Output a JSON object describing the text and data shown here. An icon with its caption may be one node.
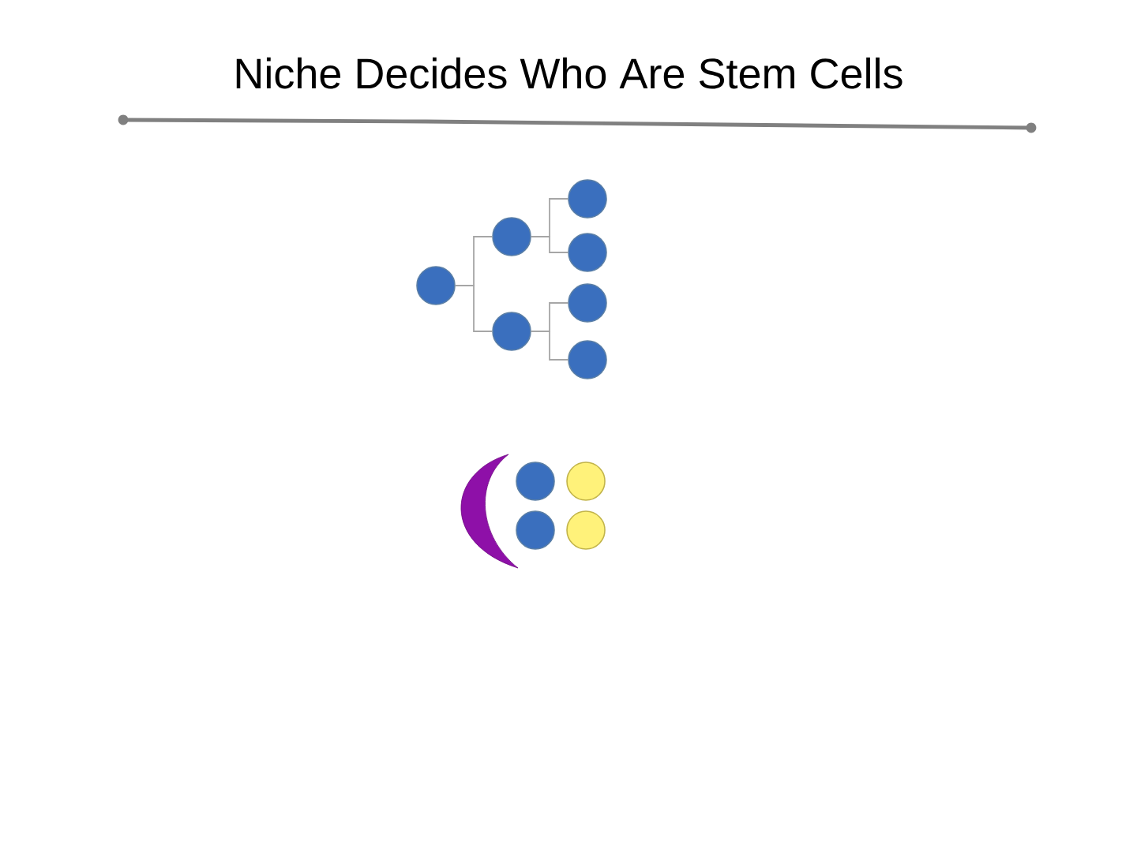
{
  "diagram": {
    "title": "Niche Decides Who Are Stem Cells",
    "nodes": [
      {
        "text": [],
        "shape": "circle"
      },
      {
        "text": [],
        "shape": "circle"
      },
      {
        "text": [],
        "shape": "circle"
      },
      {
        "text": [],
        "shape": "circle"
      },
      {
        "text": [],
        "shape": "circle"
      },
      {
        "text": [],
        "shape": "circle"
      },
      {
        "text": [],
        "shape": "circle"
      },
      {
        "text": [],
        "shape": "circle"
      },
      {
        "text": [],
        "shape": "circle"
      },
      {
        "text": [],
        "shape": "circle"
      },
      {
        "text": [],
        "shape": "circle"
      }
    ],
    "edges": [
      {
        "from": 0,
        "to": 1,
        "arrow": "none"
      },
      {
        "from": 0,
        "to": 2,
        "arrow": "none"
      },
      {
        "from": 1,
        "to": 3,
        "arrow": "none"
      },
      {
        "from": 1,
        "to": 4,
        "arrow": "none"
      },
      {
        "from": 2,
        "to": 5,
        "arrow": "none"
      },
      {
        "from": 2,
        "to": 6,
        "arrow": "none"
      }
    ]
  }
}
